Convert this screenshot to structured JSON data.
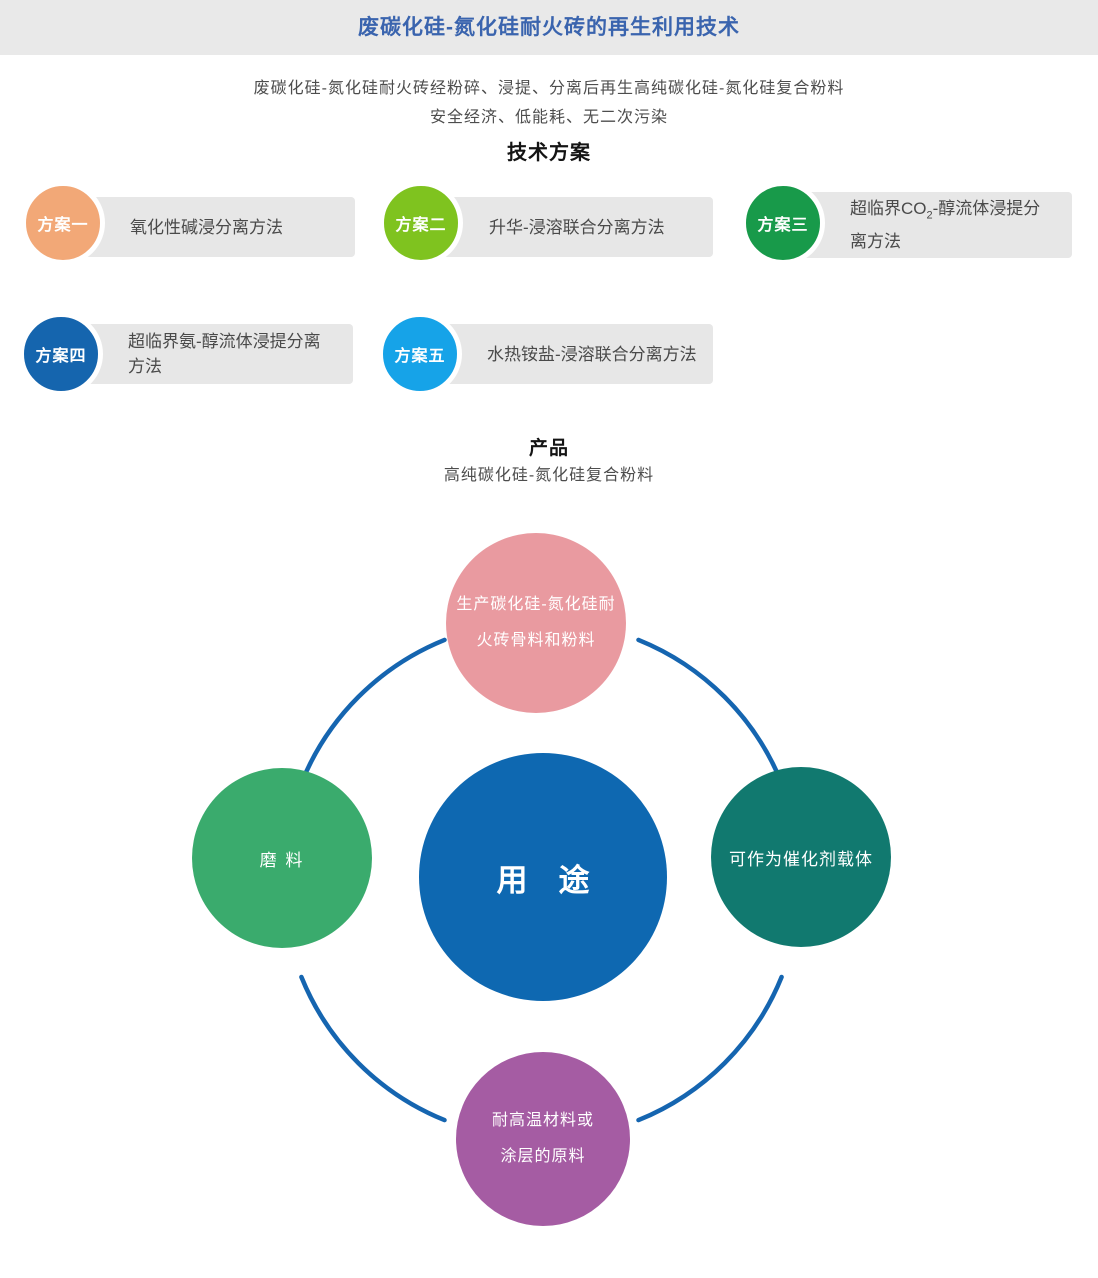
{
  "header": {
    "title": "废碳化硅-氮化硅耐火砖的再生利用技术",
    "title_color": "#3a64ae"
  },
  "intro": {
    "line1": "废碳化硅-氮化硅耐火砖经粉碎、浸提、分离后再生高纯碳化硅-氮化硅复合粉料",
    "line2": "安全经济、低能耗、无二次污染"
  },
  "schemes_section": {
    "title": "技术方案",
    "items": [
      {
        "label": "方案一",
        "method": "氧化性碱浸分离方法",
        "color": "#f2a877"
      },
      {
        "label": "方案二",
        "method": "升华-浸溶联合分离方法",
        "color": "#7fc31f"
      },
      {
        "label": "方案三",
        "method_prefix": "超临界CO",
        "method_sub": "2",
        "method_suffix": "-醇流体浸提分离方法",
        "color": "#189a4a"
      },
      {
        "label": "方案四",
        "method": "超临界氨-醇流体浸提分离方法",
        "color": "#1565ae"
      },
      {
        "label": "方案五",
        "method": "水热铵盐-浸溶联合分离方法",
        "color": "#16a3e8"
      }
    ]
  },
  "product_section": {
    "title": "产品",
    "subtitle": "高纯碳化硅-氮化硅复合粉料"
  },
  "uses_diagram": {
    "ring_color": "#1565b0",
    "center": {
      "label": "用　途",
      "color": "#0e68b1"
    },
    "top": {
      "line1": "生产碳化硅-氮化硅耐",
      "line2": "火砖骨料和粉料",
      "color": "#e99aa0"
    },
    "left": {
      "label": "磨 料",
      "color": "#3aab6d"
    },
    "right": {
      "label": "可作为催化剂载体",
      "color": "#11796f"
    },
    "bottom": {
      "line1": "耐高温材料或",
      "line2": "涂层的原料",
      "color": "#a55ca3"
    }
  }
}
